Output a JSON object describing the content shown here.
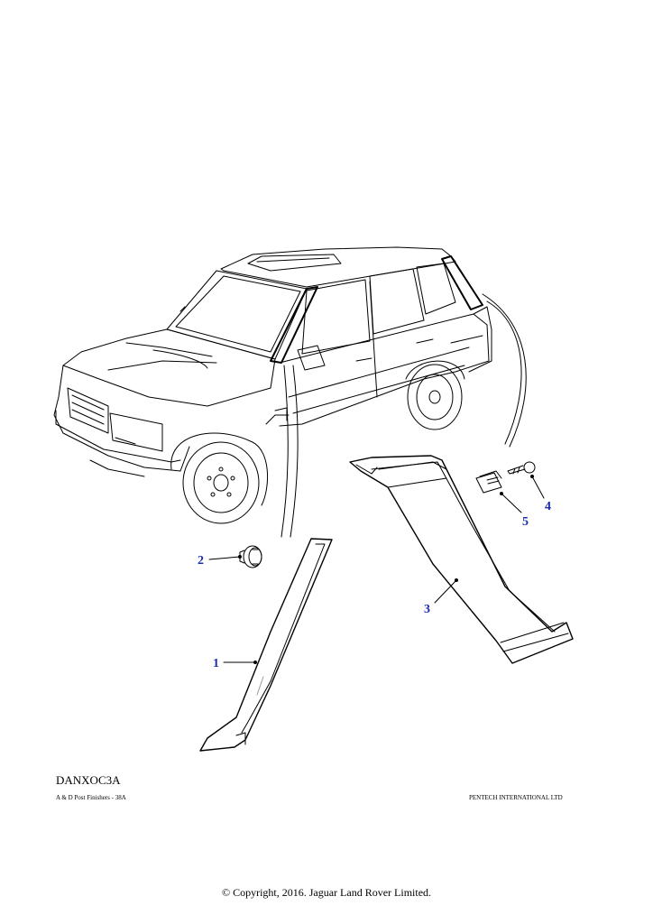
{
  "callouts": {
    "part_1": "1",
    "part_2": "2",
    "part_3": "3",
    "part_4": "4",
    "part_5": "5"
  },
  "footer": {
    "drawing_code": "DANXOC3A",
    "drawing_title": "A & D Post Finishers - 38A",
    "publisher": "PENTECH INTERNATIONAL LTD",
    "copyright": "© Copyright, 2016. Jaguar Land Rover Limited."
  },
  "colors": {
    "line": "#000000",
    "callout": "#1a2db0",
    "background": "#ffffff"
  }
}
